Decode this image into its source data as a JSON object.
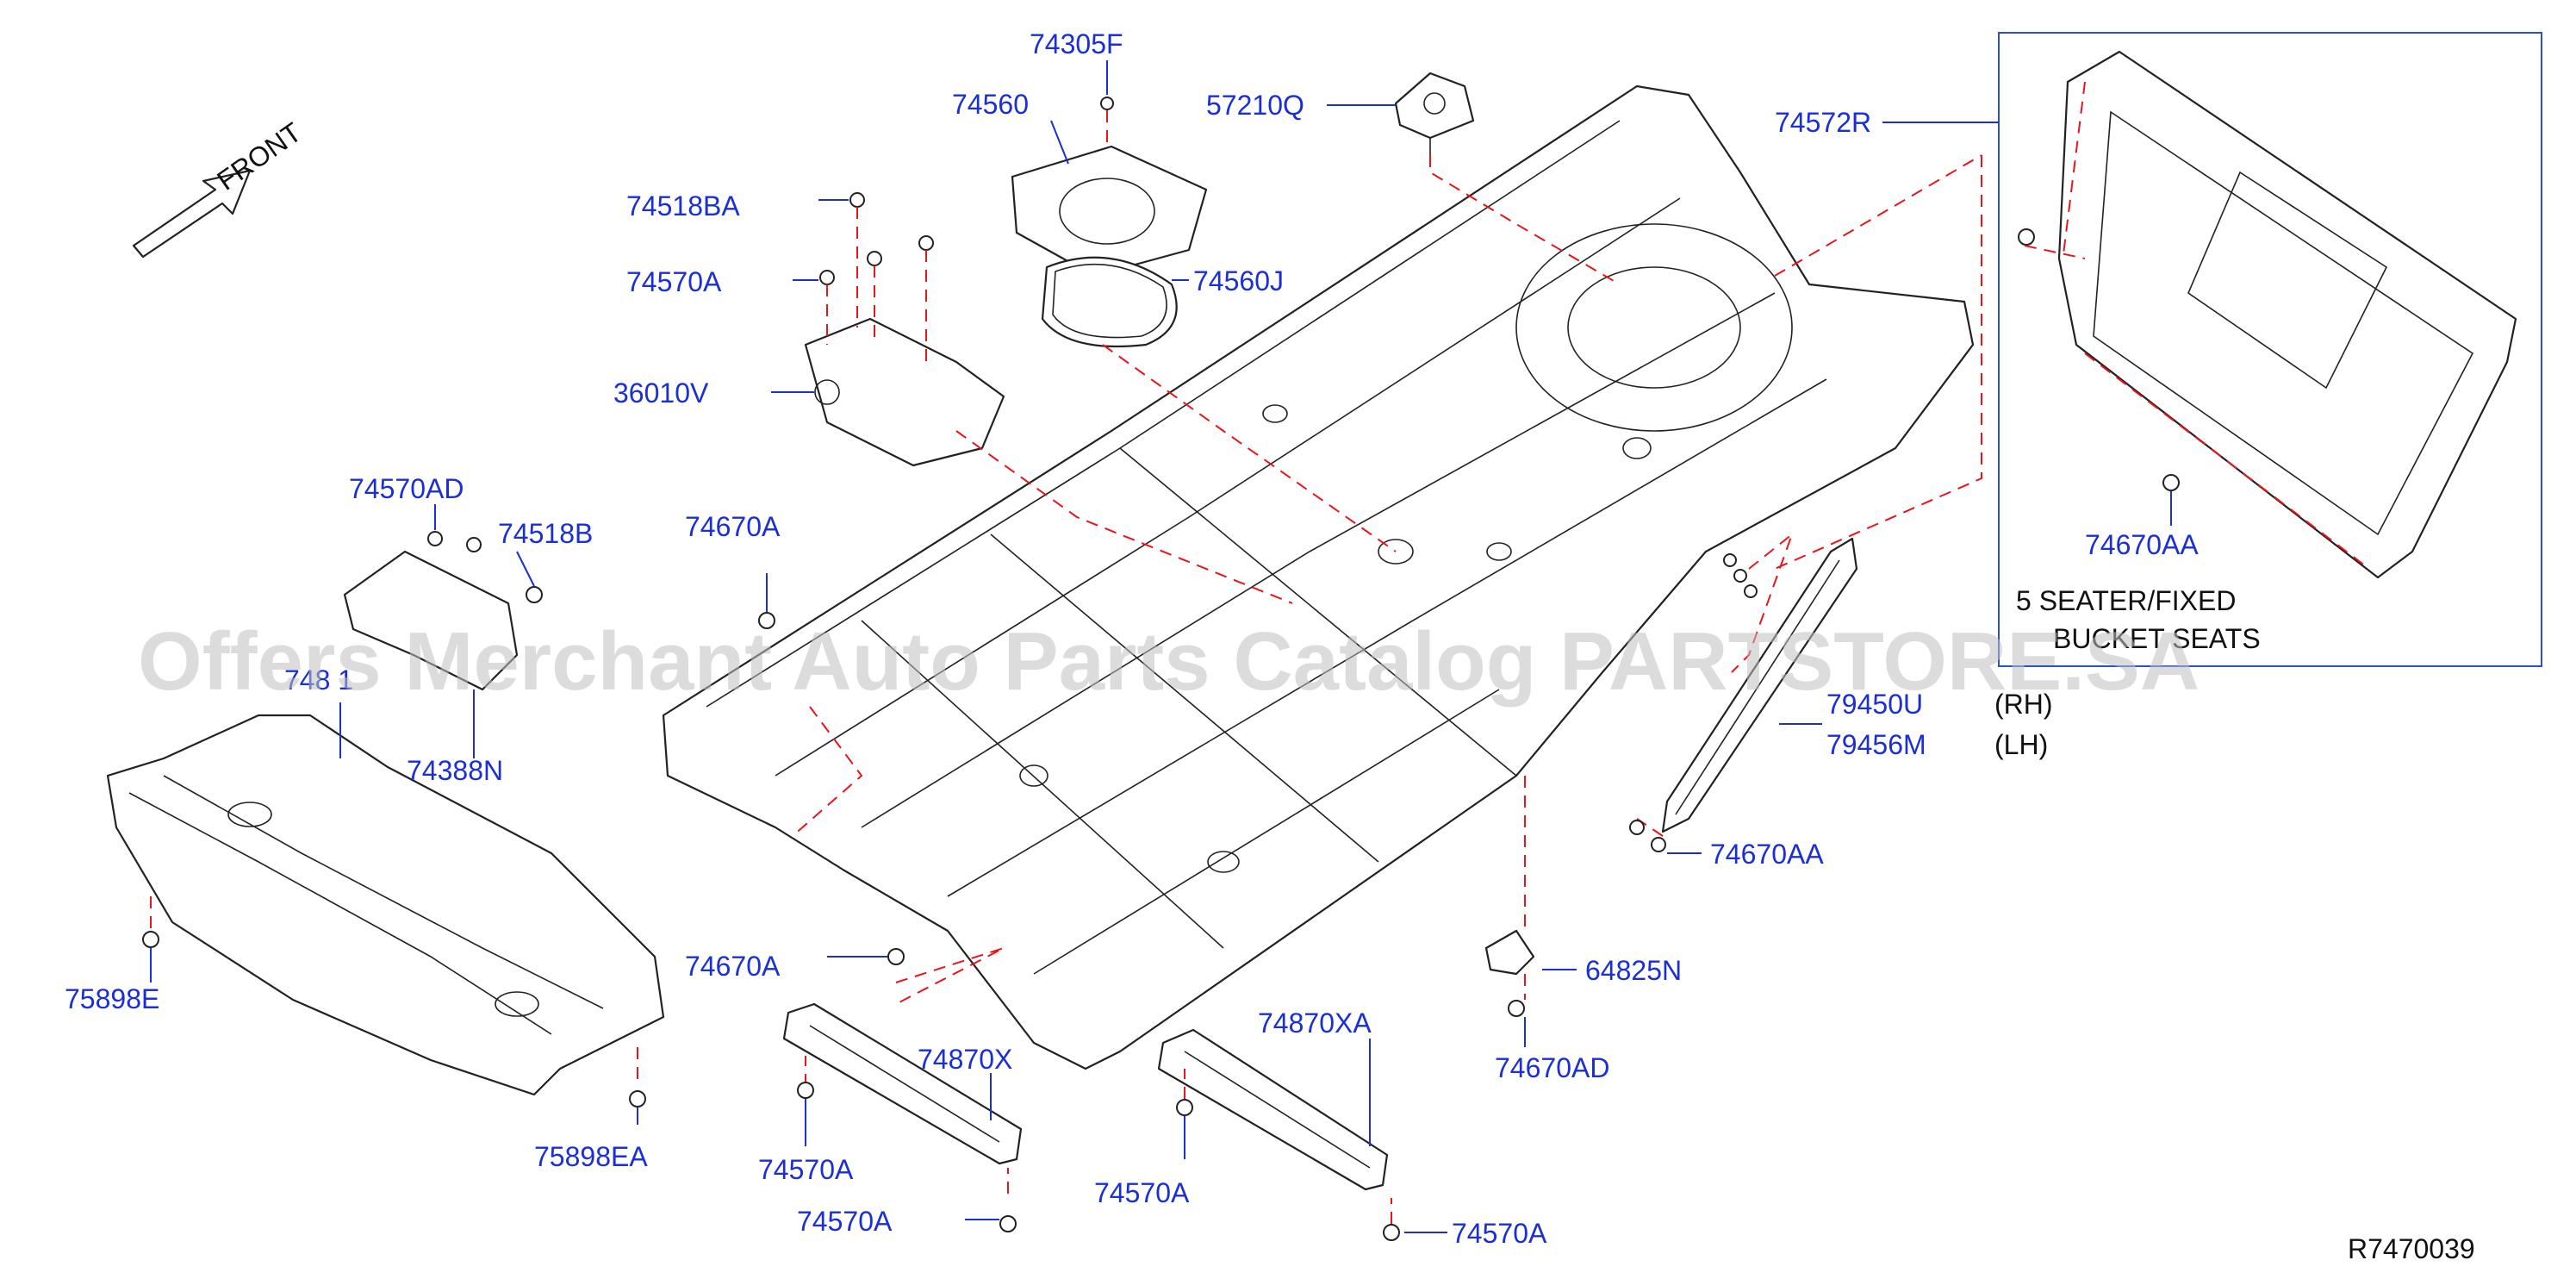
{
  "front_label": "FRONT",
  "watermark": "Offers Merchant Auto Parts Catalog PARTSTORE.SA",
  "diagram_code": "R7470039",
  "variant_note": [
    "5 SEATER/FIXED",
    "BUCKET SEATS"
  ],
  "side_labels": {
    "rh": "(RH)",
    "lh": "(LH)"
  },
  "parts": {
    "p74305F": "74305F",
    "p74560": "74560",
    "p57210Q": "57210Q",
    "p74572R": "74572R",
    "p74518BA": "74518BA",
    "p74570A_top": "74570A",
    "p74560J": "74560J",
    "p36010V": "36010V",
    "p74570AD": "74570AD",
    "p74518B": "74518B",
    "p74670A_mid": "74670A",
    "p74811": "748 1",
    "p74388N": "74388N",
    "p75898E": "75898E",
    "p75898EA": "75898EA",
    "p74670A_low": "74670A",
    "p74870X": "74870X",
    "p74870XA": "74870XA",
    "p74570A_a": "74570A",
    "p74570A_b": "74570A",
    "p74570A_c": "74570A",
    "p74570A_d": "74570A",
    "p64825N": "64825N",
    "p74670AD": "74670AD",
    "p79450U": "79450U",
    "p79456M": "79456M",
    "p74670AA_right": "74670AA",
    "p74670AA_box": "74670AA"
  }
}
